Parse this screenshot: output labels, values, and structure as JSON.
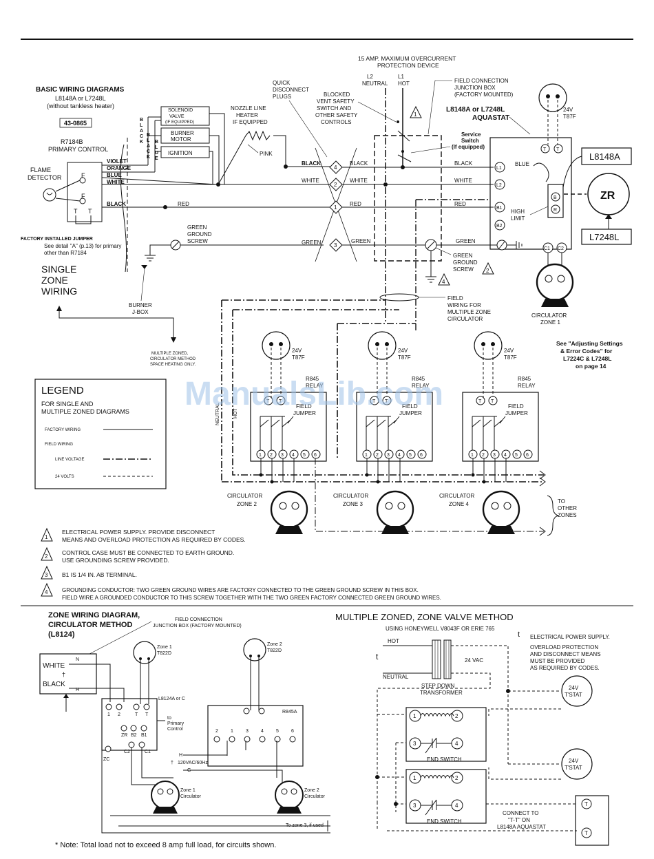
{
  "top_section": {
    "title": "BASIC WIRING DIAGRAMS",
    "subtitle1": "L8148A or L7248L",
    "subtitle2": "(without tankless heater)",
    "part_number": "43-0865",
    "primary_control_1": "R7184B",
    "primary_control_2": "PRIMARY CONTROL",
    "flame_detector_1": "FLAME",
    "flame_detector_2": "DETECTOR",
    "factory_jumper": "FACTORY INSTALLED JUMPER",
    "detail_note_1": "See detail \"A\" (p.13) for primary",
    "detail_note_2": "other than R7184",
    "single_zone_1": "SINGLE",
    "single_zone_2": "ZONE",
    "single_zone_3": "WIRING",
    "burner_jbox_1": "BURNER",
    "burner_jbox_2": "J-BOX",
    "solenoid_1": "SOLENOID",
    "solenoid_2": "VALVE",
    "solenoid_3": "(IF EQUIPPED)",
    "burner_motor_1": "BURNER",
    "burner_motor_2": "MOTOR",
    "ignition": "IGNITION",
    "nozzle_1": "NOZZLE LINE",
    "nozzle_2": "HEATER",
    "nozzle_3": "IF EQUIPPED",
    "pink": "PINK",
    "quick_1": "QUICK",
    "quick_2": "DISCONNECT",
    "quick_3": "PLUGS",
    "overcurrent_1": "15 AMP. MAXIMUM OVERCURRENT",
    "overcurrent_2": "PROTECTION DEVICE",
    "l2": "L2",
    "neutral": "NEUTRAL",
    "l1": "L1",
    "hot": "HOT",
    "blocked_1": "BLOCKED",
    "blocked_2": "VENT SAFETY",
    "blocked_3": "SWITCH AND",
    "blocked_4": "OTHER SAFETY",
    "blocked_5": "CONTROLS",
    "field_jbox_1": "FIELD CONNECTION",
    "field_jbox_2": "JUNCTION BOX",
    "field_jbox_3": "(FACTORY MOUNTED)",
    "aquastat_1": "L8148A or L7248L",
    "aquastat_2": "AQUASTAT",
    "service_1": "Service",
    "service_2": "Switch",
    "service_3": "(If equipped)",
    "t87f_24v": "24V",
    "t87f": "T87F",
    "l8148a_box": "L8148A",
    "zr": "ZR",
    "l7248l_box": "L7248L",
    "blue": "BLUE",
    "high_limit_1": "HIGH",
    "high_limit_2": "LIMIT",
    "green_ground_1": "GREEN",
    "green_ground_2": "GROUND",
    "green_ground_3": "SCREW",
    "field_wiring_1": "FIELD",
    "field_wiring_2": "WIRING FOR",
    "field_wiring_3": "MULTIPLE ZONE",
    "field_wiring_4": "CIRCULATOR",
    "circ_zone1_1": "CIRCULATOR",
    "circ_zone1_2": "ZONE 1",
    "see_adjusting_1": "See \"Adjusting Settings",
    "see_adjusting_2": "& Error Codes\" for",
    "see_adjusting_3": "L7224C & L7248L",
    "see_adjusting_4": "on page 14",
    "multi_zoned_1": "MULTIPLE ZONED,",
    "multi_zoned_2": "CIRCULATOR METHOD",
    "multi_zoned_3": "SPACE HEATING ONLY.",
    "wire_violet": "VIOLET",
    "wire_orange": "ORANGE",
    "wire_blue": "BLUE",
    "wire_white": "WHITE",
    "wire_black": "BLACK",
    "wire_red": "RED",
    "wire_green": "GREEN",
    "wire_black_v": "BLACK",
    "wire_blue_v": "BLUE",
    "term_f": "F",
    "term_t": "T",
    "term_l1": "L1",
    "term_l2": "L2",
    "term_b1": "B1",
    "term_b2": "B2",
    "term_b": "B",
    "term_r": "R",
    "term_c1": "C1",
    "term_c2": "C2",
    "plug1": "1",
    "plug2": "2",
    "plug3": "3",
    "plug4": "4",
    "callout1": "1",
    "callout2": "2",
    "callout4": "4"
  },
  "legend": {
    "title": "LEGEND",
    "sub1": "FOR SINGLE AND",
    "sub2": "MULTIPLE ZONED DIAGRAMS",
    "factory": "FACTORY WIRING",
    "field": "FIELD WIRING",
    "line_voltage": "LINE VOLTAGE",
    "v24": "24 VOLTS"
  },
  "relays": {
    "neutral": "NEUTRAL",
    "hot": "HOT",
    "r845": "R845",
    "relay": "RELAY",
    "field_1": "FIELD",
    "field_2": "JUMPER",
    "v24": "24V",
    "t87f": "T87F",
    "term_t": "T",
    "terms": [
      "1",
      "2",
      "3",
      "4",
      "5",
      "6"
    ],
    "circ_label": "CIRCULATOR",
    "zone2": "ZONE 2",
    "zone3": "ZONE 3",
    "zone4": "ZONE 4",
    "to_other_1": "TO",
    "to_other_2": "OTHER",
    "to_other_3": "ZONES"
  },
  "notes": [
    {
      "num": "1",
      "line1": "ELECTRICAL POWER SUPPLY. PROVIDE DISCONNECT",
      "line2": "MEANS AND OVERLOAD PROTECTION AS REQUIRED BY CODES."
    },
    {
      "num": "2",
      "line1": "CONTROL CASE MUST BE CONNECTED TO EARTH GROUND.",
      "line2": "USE GROUNDING SCREW PROVIDED."
    },
    {
      "num": "3",
      "line1": "B1 IS 1/4 IN.   AB TERMINAL.",
      "line2": ""
    },
    {
      "num": "4",
      "line1": "GROUNDING CONDUCTOR:  TWO GREEN GROUND WIRES ARE FACTORY CONNECTED TO THE GREEN GROUND SCREW IN THIS BOX.",
      "line2": "FIELD WIRE A GROUNDED CONDUCTOR TO THIS SCREW TOGETHER WITH THE TWO GREEN FACTORY CONNECTED GREEN GROUND WIRES."
    }
  ],
  "zone_circ": {
    "title1": "ZONE WIRING DIAGRAM,",
    "title2": "CIRCULATOR METHOD",
    "title3": "(L8124)",
    "field_1": "FIELD CONNECTION",
    "field_2": "JUNCTION BOX (FACTORY MOUNTED)",
    "white": "WHITE",
    "dagger": "†",
    "black": "BLACK",
    "n": "N",
    "h": "H",
    "zone1": "Zone 1",
    "t822d": "T822D",
    "zone2": "Zone 2",
    "l8124": "L8124A or C",
    "r845a": "R845A",
    "to_primary_1": "to",
    "to_primary_2": "Primary",
    "to_primary_3": "Control",
    "t1": "1",
    "t2": "2",
    "tt": "T",
    "zr": "ZR",
    "b2": "B2",
    "b1": "B1",
    "zc": "ZC",
    "c2": "C2",
    "c1": "C1",
    "relay_terms": [
      "2",
      "1",
      "3",
      "4",
      "5",
      "6"
    ],
    "h2": "H",
    "vac": "120VAC/60Hz",
    "g": "G",
    "zone1_circ_1": "Zone 1",
    "zone1_circ_2": "Circulator",
    "zone2_circ_1": "Zone 2",
    "zone2_circ_2": "Circulator",
    "to_zone3": "To zone 3, if used",
    "footnote": "* Note: Total load not to exceed 8 amp full load, for circuits shown."
  },
  "zone_valve": {
    "title": "MULTIPLE ZONED, ZONE VALVE METHOD",
    "subtitle": "USING HONEYWELL V8043F OR ERIE 765",
    "hot": "HOT",
    "neutral": "NEUTRAL",
    "t_mark": "t",
    "vac24": "24 VAC",
    "stepdown_1": "STEP DOWN",
    "stepdown_2": "TRANSFORMER",
    "note_1": "ELECTRICAL POWER SUPPLY.",
    "note_2": "OVERLOAD PROTECTION",
    "note_3": "AND DISCONNECT MEANS",
    "note_4": "MUST BE PROVIDED",
    "note_5": "AS REQUIRED BY CODES.",
    "tstat_24v": "24V",
    "tstat": "T'STAT",
    "end_switch": "END SWITCH",
    "connect_1": "CONNECT TO",
    "connect_2": "\"T-T\" ON",
    "connect_3": "L8148A AQUASTAT",
    "terms": [
      "1",
      "2",
      "3",
      "4"
    ],
    "term_t": "T"
  },
  "watermark": "ManualsLib.com"
}
